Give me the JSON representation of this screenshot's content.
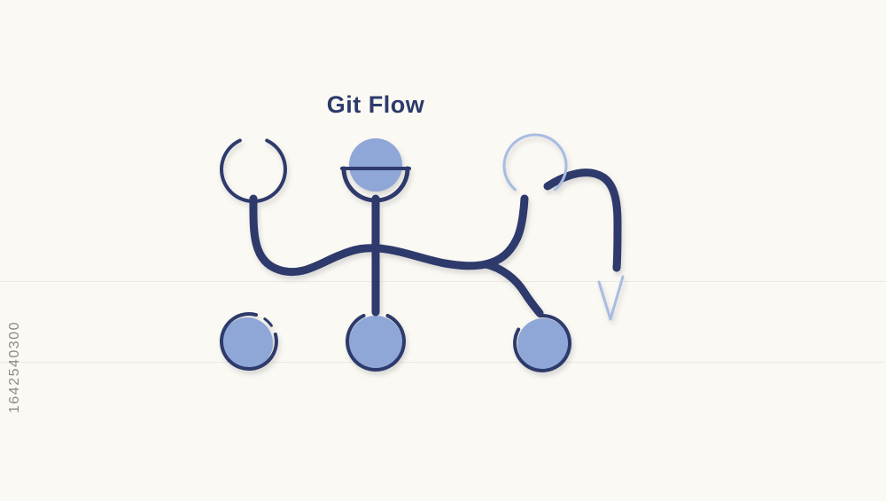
{
  "title": "Git Flow",
  "watermark": "1642540300",
  "colors": {
    "background": "#fbf9f3",
    "ink": "#2d3a6b",
    "node_fill": "#8fa7d7",
    "light_stroke": "#a8bce2",
    "watermark_color": "#8b8b8b",
    "shadow": "rgba(110,110,120,0.25)"
  },
  "diagram": {
    "type": "git-flow-illustration",
    "title": "Git Flow",
    "description": "Stylized git branching diagram: six commit node circles in two rows joined by thick curved branch lines, ending in a downward arrow",
    "nodes": [
      {
        "id": "top-left",
        "row": "top",
        "filled": false,
        "ring": "dark",
        "gap": "top"
      },
      {
        "id": "top-center",
        "row": "top",
        "filled": true,
        "ring": "dark-cup",
        "gap": "top"
      },
      {
        "id": "top-right",
        "row": "top",
        "filled": false,
        "ring": "light",
        "gap": "bottom"
      },
      {
        "id": "bottom-left",
        "row": "bottom",
        "filled": true,
        "ring": "dark",
        "gap": "top-right"
      },
      {
        "id": "bottom-center",
        "row": "bottom",
        "filled": true,
        "ring": "dark",
        "gap": "top"
      },
      {
        "id": "bottom-right",
        "row": "bottom",
        "filled": true,
        "ring": "dark",
        "gap": "top-left"
      }
    ],
    "edges": [
      {
        "from": "top-left",
        "to": "main-flow",
        "style": "thick-dark-curve"
      },
      {
        "from": "top-center",
        "to": "bottom-center",
        "style": "thick-dark-straight"
      },
      {
        "from": "main-flow",
        "to": "top-right",
        "style": "thick-dark-curve"
      },
      {
        "from": "main-flow",
        "to": "bottom-right",
        "style": "thick-dark-curve"
      },
      {
        "from": "top-right",
        "to": "arrow-down",
        "style": "thick-dark-curve-with-light-arrowhead"
      }
    ]
  }
}
